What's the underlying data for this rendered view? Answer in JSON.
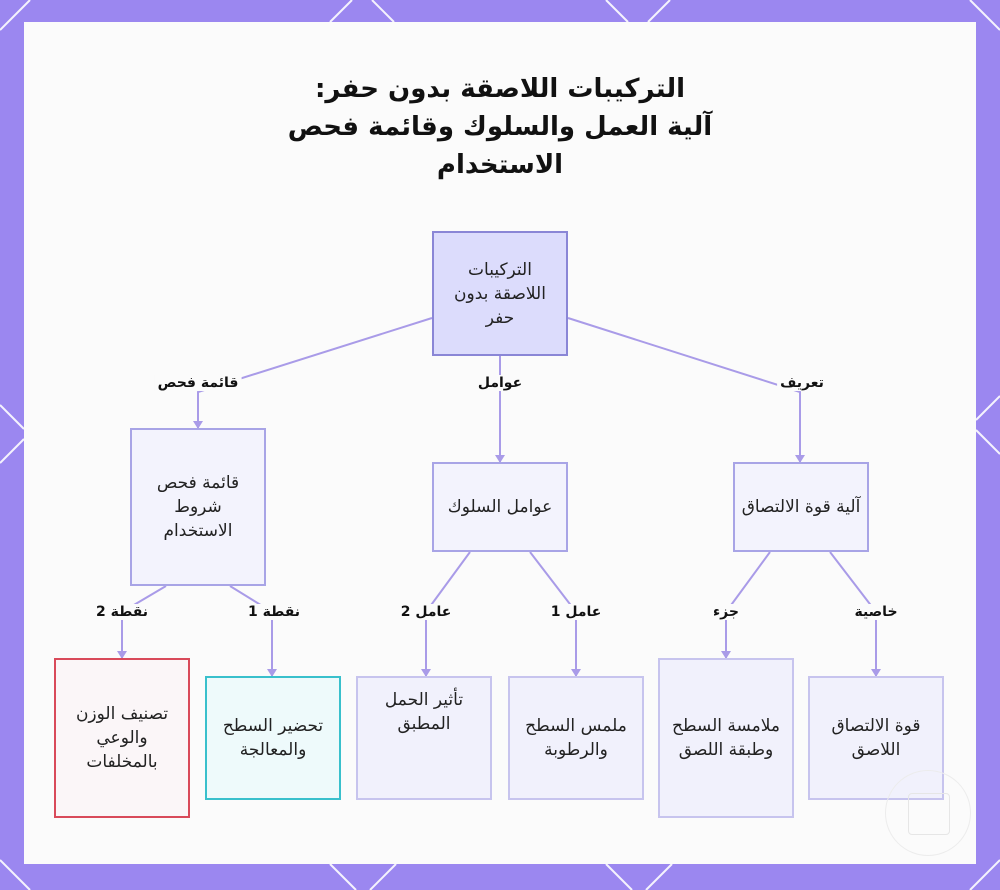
{
  "title": {
    "line1": "التركيبات اللاصقة بدون حفر:",
    "line2": "آلية العمل والسلوك وقائمة فحص",
    "line3": "الاستخدام"
  },
  "nodes": {
    "root": "التركيبات اللاصقة بدون حفر",
    "mechanism": "آلية قوة الالتصاق",
    "factors": "عوامل السلوك",
    "checklist": "قائمة فحص شروط الاستخدام",
    "adhesive_strength": "قوة الالتصاق اللاصق",
    "surface_contact": "ملامسة السطح وطبقة اللصق",
    "surface_texture": "ملمس السطح والرطوبة",
    "load_effect": "تأثير الحمل المطبق",
    "surface_prep": "تحضير السطح والمعالجة",
    "weight_rating": "تصنيف الوزن والوعي بالمخلفات"
  },
  "edges": {
    "definition": "تعريف",
    "factors": "عوامل",
    "checklist": "قائمة فحص",
    "property": "خاصية",
    "part": "جزء",
    "factor1": "عامل 1",
    "factor2": "عامل 2",
    "point1": "نقطة 1",
    "point2": "نقطة 2"
  },
  "colors": {
    "frame": "#9b87f0",
    "edge": "#a99be8",
    "root_fill": "#dcdcfc",
    "weight_border": "#d94a5a",
    "prep_border": "#39c0cc"
  }
}
